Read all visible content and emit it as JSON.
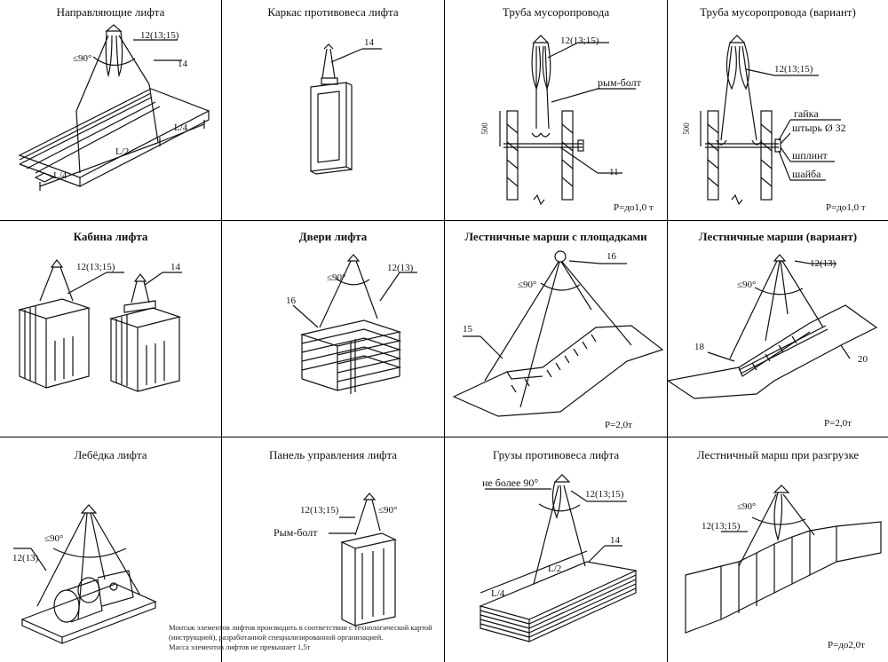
{
  "cells": [
    {
      "id": "guides",
      "title": "Направляющие лифта",
      "labels": {
        "sling": "12(13;15)",
        "angle": "≤90°",
        "part": "14",
        "d1": "L/4",
        "d2": "L/2",
        "d3": "L/4"
      }
    },
    {
      "id": "counterweight-frame",
      "title": "Каркас противовеса лифта",
      "labels": {
        "part": "14"
      }
    },
    {
      "id": "chute-pipe",
      "title": "Труба мусоропровода",
      "labels": {
        "sling": "12(13;15)",
        "eyebolt": "рым-болт",
        "dim": "500",
        "part": "11",
        "load": "P=до1,0 т"
      }
    },
    {
      "id": "chute-pipe-variant",
      "title": "Труба мусоропровода (вариант)",
      "labels": {
        "sling": "12(13;15)",
        "nut": "гайка",
        "pin": "штырь Ø 32",
        "plint": "шплинт",
        "washer": "шайба",
        "dim": "500",
        "load": "P=до1,0 т"
      }
    },
    {
      "id": "cabin",
      "title": "Кабина лифта",
      "labels": {
        "sling": "12(13;15)",
        "part": "14"
      }
    },
    {
      "id": "doors",
      "title": "Двери лифта",
      "labels": {
        "sling": "12(13)",
        "angle": "≤90°",
        "part": "16"
      }
    },
    {
      "id": "stairs-landings",
      "title": "Лестничные марши с площадками",
      "labels": {
        "part16": "16",
        "angle": "≤90°",
        "part15": "15",
        "load": "P=2,0т"
      }
    },
    {
      "id": "stairs-variant",
      "title": "Лестничные марши (вариант)",
      "labels": {
        "sling": "12(13)",
        "angle": "≤90°",
        "part18": "18",
        "part20": "20",
        "load": "P=2,0т"
      }
    },
    {
      "id": "winch",
      "title": "Лебёдка лифта",
      "labels": {
        "sling": "12(13)",
        "angle": "≤90°"
      }
    },
    {
      "id": "control-panel",
      "title": "Панель управления лифта",
      "labels": {
        "sling": "12(13;15)",
        "angle": "≤90°",
        "eyebolt": "Рым-болт"
      }
    },
    {
      "id": "counterweights",
      "title": "Грузы противовеса лифта",
      "labels": {
        "angle": "не более 90°",
        "sling": "12(13;15)",
        "part": "14",
        "d1": "L/4",
        "d2": "L/2"
      }
    },
    {
      "id": "stair-unloading",
      "title": "Лестничный марш при разгрузке",
      "labels": {
        "angle": "≤90°",
        "sling": "12(13;15)",
        "load": "P=до2,0т"
      }
    }
  ],
  "note": {
    "line1": "Монтаж элементов лифтов производить в соответствии с технологической картой",
    "line2": "(инструкцией), разработанной специализированной организацией.",
    "line3": "Масса элементов лифтов не превышает 1,5т"
  }
}
